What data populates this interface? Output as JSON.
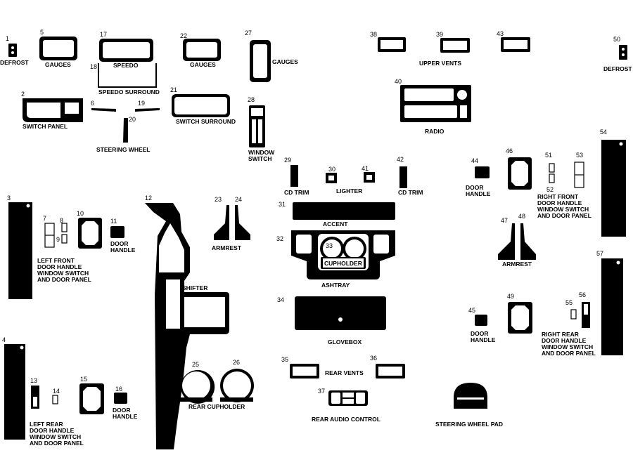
{
  "numbers": {
    "n1": "1",
    "n2": "2",
    "n3": "3",
    "n4": "4",
    "n5": "5",
    "n6": "6",
    "n7": "7",
    "n8": "8",
    "n9": "9",
    "n10": "10",
    "n11": "11",
    "n12": "12",
    "n13": "13",
    "n14": "14",
    "n15": "15",
    "n16": "16",
    "n17": "17",
    "n18": "18",
    "n19": "19",
    "n20": "20",
    "n21": "21",
    "n22": "22",
    "n23": "23",
    "n24": "24",
    "n25": "25",
    "n26": "26",
    "n27": "27",
    "n28": "28",
    "n29": "29",
    "n30": "30",
    "n31": "31",
    "n32": "32",
    "n33": "33",
    "n34": "34",
    "n35": "35",
    "n36": "36",
    "n37": "37",
    "n38": "38",
    "n39": "39",
    "n40": "40",
    "n41": "41",
    "n42": "42",
    "n43": "43",
    "n44": "44",
    "n45": "45",
    "n46": "46",
    "n47": "47",
    "n48": "48",
    "n49": "49",
    "n50": "50",
    "n51": "51",
    "n52": "52",
    "n53": "53",
    "n54": "54",
    "n55": "55",
    "n56": "56",
    "n57": "57"
  },
  "labels": {
    "defrost_left": "DEFROST",
    "gauges_5": "GAUGES",
    "speedo": "SPEEDO",
    "speedo_surround": "SPEEDO SURROUND",
    "gauges_22": "GAUGES",
    "gauges_27": "GAUGES",
    "upper_vents": "UPPER VENTS",
    "defrost_right": "DEFROST",
    "switch_panel": "SWITCH PANEL",
    "steering_wheel": "STEERING WHEEL",
    "switch_surround": "SWITCH SURROUND",
    "window_switch": [
      "WINDOW",
      "SWITCH"
    ],
    "radio": "RADIO",
    "cd_trim_left": "CD TRIM",
    "lighter": "LIGHTER",
    "cd_trim_right": "CD TRIM",
    "door_handle_44": [
      "DOOR",
      "HANDLE"
    ],
    "right_front_panel": [
      "RIGHT FRONT",
      "DOOR HANDLE",
      "WINDOW SWITCH",
      "AND DOOR PANEL"
    ],
    "door_handle_11": [
      "DOOR",
      "HANDLE"
    ],
    "left_front_panel": [
      "LEFT FRONT",
      "DOOR HANDLE",
      "WINDOW SWITCH",
      "AND DOOR PANEL"
    ],
    "armrest_left": "ARMREST",
    "accent": "ACCENT",
    "cupholder": "CUPHOLDER",
    "ashtray": "ASHTRAY",
    "armrest_right": "ARMREST",
    "shifter": "SHIFTER",
    "glovebox": "GLOVEBOX",
    "door_handle_45": [
      "DOOR",
      "HANDLE"
    ],
    "right_rear_panel": [
      "RIGHT REAR",
      "DOOR HANDLE",
      "WINDOW SWITCH",
      "AND DOOR PANEL"
    ],
    "rear_vents": "REAR VENTS",
    "rear_cupholder": "REAR CUPHOLDER",
    "door_handle_16": [
      "DOOR",
      "HANDLE"
    ],
    "left_rear_panel": [
      "LEFT REAR",
      "DOOR HANDLE",
      "WINDOW SWITCH",
      "AND DOOR PANEL"
    ],
    "rear_audio_control": "REAR AUDIO CONTROL",
    "steering_wheel_pad": "STEERING WHEEL PAD"
  }
}
